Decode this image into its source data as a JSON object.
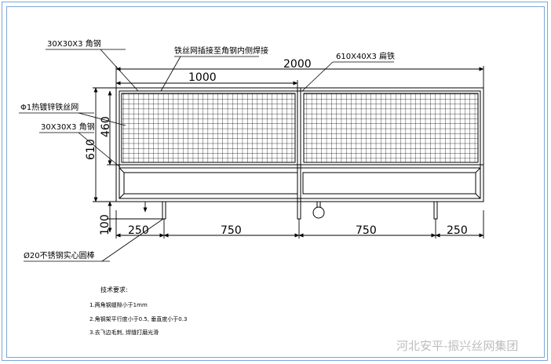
{
  "labels": {
    "angle_steel_top": "30X30X3  角钢",
    "mesh_weld": "铁丝网插接至角钢内侧焊接",
    "flat_steel": "610X40X3  扁铁",
    "wire_mesh": "Φ1热镀锌铁丝网",
    "angle_steel_mid": "30X30X3  角钢",
    "rod": "Ø20不锈钢实心圆棒"
  },
  "dimensions": {
    "overall_width": "2000",
    "half_width": "1000",
    "height_total": "610",
    "height_mesh": "460",
    "leg_height": "100",
    "left_offset": "250",
    "span_left": "750",
    "span_right": "750",
    "right_offset": "250"
  },
  "notes": {
    "title": "技术要求:",
    "items": [
      "1.两角钢缝隙小于1mm",
      "2.角钢架平行度小于0.5, 垂直度小于0.3",
      "3.去飞边毛刺, 焊缝打磨光滑"
    ]
  },
  "watermark": "河北安平-振兴丝网集团",
  "colors": {
    "frame": "#7aa6d6",
    "lines": "#000000",
    "watermark": "#bdbdbd"
  }
}
